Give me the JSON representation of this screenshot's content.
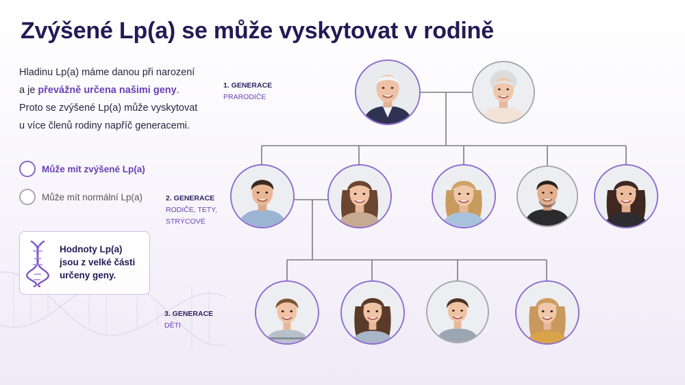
{
  "title": "Zvýšené Lp(a) se může vyskytovat v rodině",
  "intro": {
    "line1": "Hladinu Lp(a) máme danou při narození",
    "line2_pre": "a je ",
    "line2_highlight": "převážně určena našimi geny",
    "line2_post": ".",
    "line3": "Proto se zvýšené Lp(a) může vyskytovat",
    "line4": "u více členů rodiny napříč generacemi."
  },
  "legend": {
    "elevated": "Může mít zvýšené Lp(a)",
    "normal": "Může mít normální Lp(a)"
  },
  "infobox": {
    "line1": "Hodnoty Lp(a)",
    "line2": "jsou z velké části",
    "line3": "určeny geny."
  },
  "generations": [
    {
      "title": "1. GENERACE",
      "subtitle_lines": [
        "PRARODIČE"
      ]
    },
    {
      "title": "2. GENERACE",
      "subtitle_lines": [
        "RODIČE, TETY,",
        "STRÝCOVÉ"
      ]
    },
    {
      "title": "3. GENERACE",
      "subtitle_lines": [
        "DĚTI"
      ]
    }
  ],
  "colors": {
    "title": "#241a55",
    "accent_purple": "#8f6bd0",
    "normal_gray": "#a7a7ab",
    "connector": "#7a7a80"
  },
  "family": {
    "generation1": [
      {
        "role": "grandfather",
        "status": "elevated"
      },
      {
        "role": "grandmother",
        "status": "normal"
      }
    ],
    "generation2": [
      {
        "role": "father",
        "status": "elevated"
      },
      {
        "role": "mother",
        "status": "elevated"
      },
      {
        "role": "aunt",
        "status": "elevated"
      },
      {
        "role": "uncle",
        "status": "normal"
      },
      {
        "role": "aunt",
        "status": "elevated"
      }
    ],
    "generation3": [
      {
        "role": "son",
        "status": "elevated"
      },
      {
        "role": "daughter",
        "status": "elevated"
      },
      {
        "role": "son",
        "status": "normal"
      },
      {
        "role": "daughter",
        "status": "elevated"
      }
    ]
  }
}
